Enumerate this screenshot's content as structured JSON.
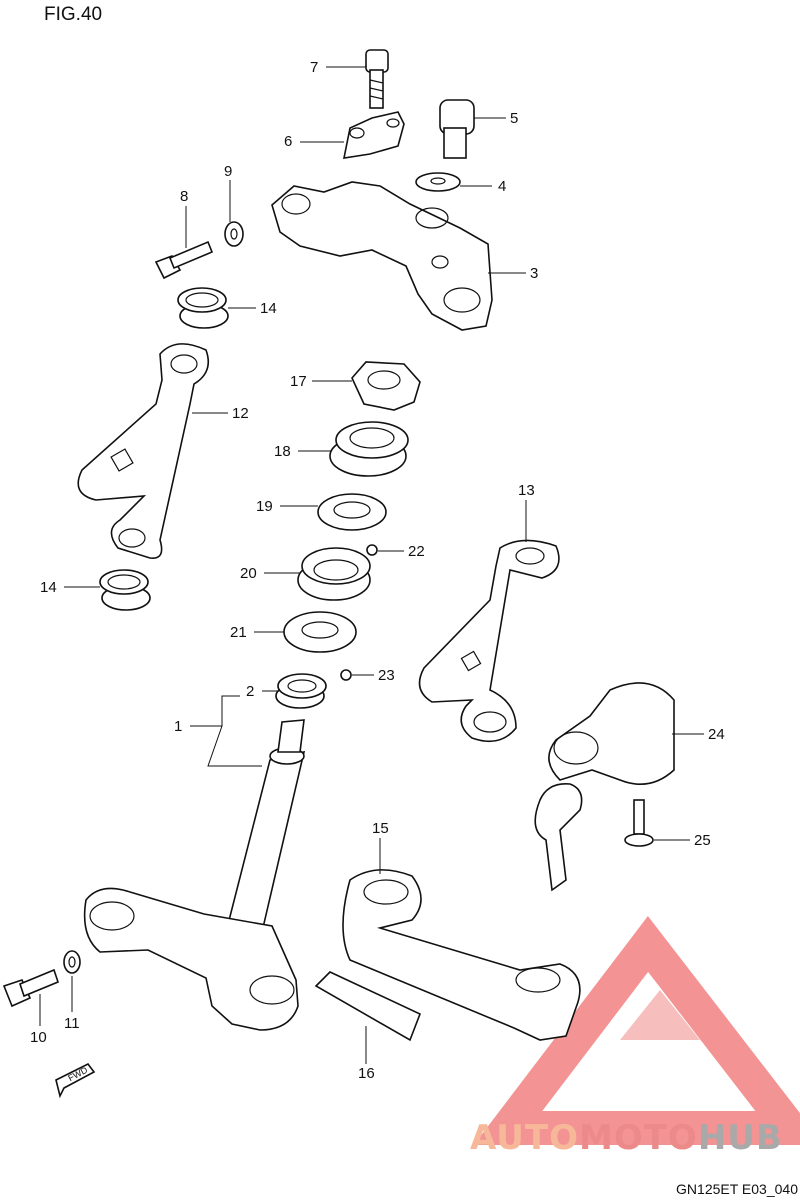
{
  "figure": {
    "title": "FIG.40",
    "code": "GN125ET E03_040"
  },
  "watermark": {
    "brand_part1": "AUTO",
    "brand_part2": "MOTO",
    "brand_part3": "HUB",
    "color_part1": "#f7b89a",
    "color_part2": "#ec8a8a",
    "color_part3": "#a9a9a9",
    "logo_color": "#ef7070"
  },
  "fwd_label": "FWD",
  "callouts": {
    "c1": "1",
    "c2": "2",
    "c3": "3",
    "c4": "4",
    "c5": "5",
    "c6": "6",
    "c7": "7",
    "c8": "8",
    "c9": "9",
    "c10": "10",
    "c11": "11",
    "c12": "12",
    "c13": "13",
    "c14a": "14",
    "c14b": "14",
    "c15": "15",
    "c16": "16",
    "c17": "17",
    "c18": "18",
    "c19": "19",
    "c20": "20",
    "c21": "21",
    "c22": "22",
    "c23": "23",
    "c24": "24",
    "c25": "25"
  }
}
